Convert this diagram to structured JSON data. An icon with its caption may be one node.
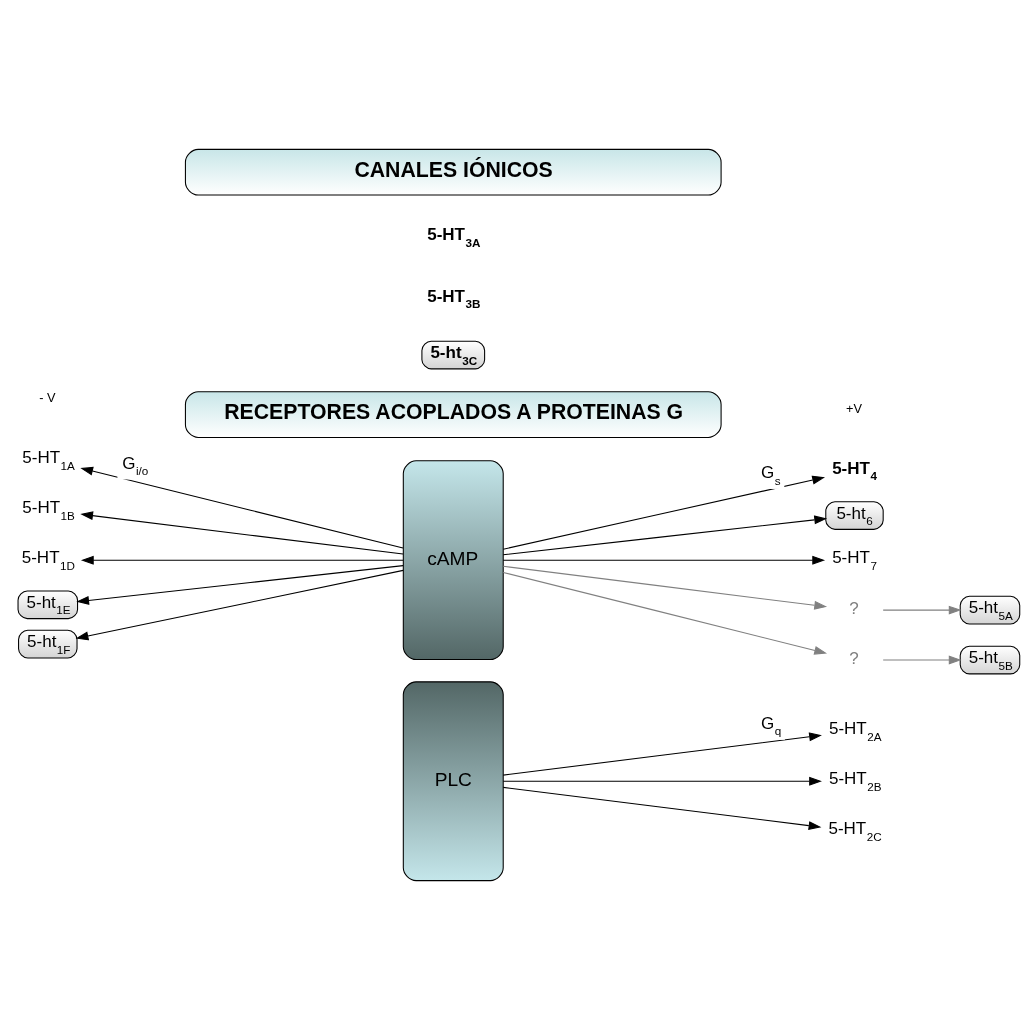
{
  "diagram": {
    "nodes": [
      {
        "text": [
          "CANALES IÓNICOS"
        ]
      },
      {
        "text": [
          "5-ht$_{3C}$"
        ]
      },
      {
        "text": [
          "RECEPTORES ACOPLADOS A PROTEINAS G"
        ]
      },
      {
        "text": [
          "cAMP"
        ]
      },
      {
        "text": [
          "PLC"
        ]
      },
      {
        "text": [
          "5-HT$_{1A}$"
        ]
      },
      {
        "text": [
          "5-HT$_{1B}$"
        ]
      },
      {
        "text": [
          "5-HT$_{1D}$"
        ]
      },
      {
        "text": [
          "5-ht$_{1E}$"
        ]
      },
      {
        "text": [
          "5-ht$_{1F}$"
        ]
      },
      {
        "text": [
          "5-HT$_{4}$"
        ]
      },
      {
        "text": [
          "5-ht$_{6}$"
        ]
      },
      {
        "text": [
          "5-HT$_{7}$"
        ]
      },
      {
        "text": [
          "?"
        ]
      },
      {
        "text": [
          "?"
        ]
      },
      {
        "text": [
          "5-ht$_{5A}$"
        ]
      },
      {
        "text": [
          "5-ht$_{5B}$"
        ]
      },
      {
        "text": [
          "5-HT$_{2A}$"
        ]
      },
      {
        "text": [
          "5-HT$_{2B}$"
        ]
      },
      {
        "text": [
          "5-HT$_{2C}$"
        ]
      }
    ],
    "edges": [
      {
        "from": 3,
        "to": 5,
        "arrow": "to",
        "label": "G$_{i/o}$"
      },
      {
        "from": 3,
        "to": 6,
        "arrow": "to"
      },
      {
        "from": 3,
        "to": 7,
        "arrow": "to"
      },
      {
        "from": 3,
        "to": 8,
        "arrow": "to"
      },
      {
        "from": 3,
        "to": 9,
        "arrow": "to"
      },
      {
        "from": 3,
        "to": 10,
        "arrow": "to",
        "label": "G$_{s}$"
      },
      {
        "from": 3,
        "to": 11,
        "arrow": "to"
      },
      {
        "from": 3,
        "to": 12,
        "arrow": "to"
      },
      {
        "from": 3,
        "to": 13,
        "arrow": "to",
        "color": "#808080"
      },
      {
        "from": 3,
        "to": 14,
        "arrow": "to",
        "color": "#808080"
      },
      {
        "from": 13,
        "to": 15,
        "arrow": "to",
        "color": "#808080"
      },
      {
        "from": 14,
        "to": 16,
        "arrow": "to",
        "color": "#808080"
      },
      {
        "from": 4,
        "to": 17,
        "arrow": "to",
        "label": "G$_{q}$"
      },
      {
        "from": 4,
        "to": 18,
        "arrow": "to"
      },
      {
        "from": 4,
        "to": 19,
        "arrow": "to"
      }
    ],
    "labels": [
      "5-HT$_{3A}$",
      "5-HT$_{3B}$",
      "- V",
      "+V"
    ]
  }
}
